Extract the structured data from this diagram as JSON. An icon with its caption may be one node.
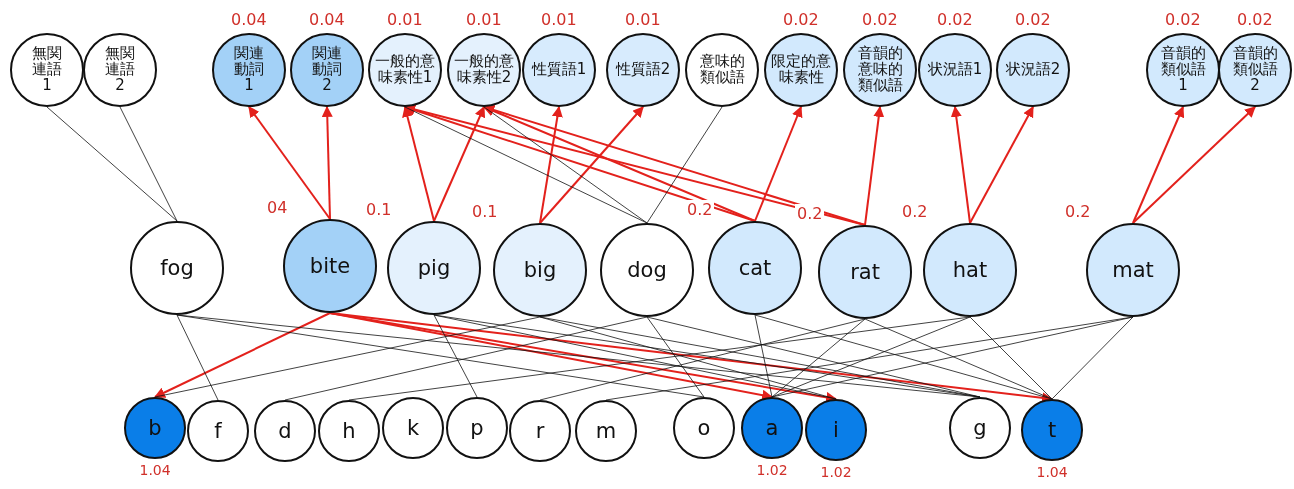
{
  "diagram": {
    "nodes": [
      {
        "text": [
          "無関連語1"
        ]
      },
      {
        "text": [
          "無関連語2"
        ]
      },
      {
        "text": [
          "関連動詞1"
        ],
        "beside": [
          "0.04"
        ]
      },
      {
        "text": [
          "関連動詞2"
        ],
        "beside": [
          "0.04"
        ]
      },
      {
        "text": [
          "一般的意味素性1"
        ],
        "beside": [
          "0.01"
        ]
      },
      {
        "text": [
          "一般的意味素性2"
        ],
        "beside": [
          "0.01"
        ]
      },
      {
        "text": [
          "性質語1"
        ],
        "beside": [
          "0.01"
        ]
      },
      {
        "text": [
          "性質語2"
        ],
        "beside": [
          "0.01"
        ]
      },
      {
        "text": [
          "意味的類似語"
        ]
      },
      {
        "text": [
          "限定的意味素性"
        ],
        "beside": [
          "0.02"
        ]
      },
      {
        "text": [
          "音韻的意味的類似語"
        ],
        "beside": [
          "0.02"
        ]
      },
      {
        "text": [
          "状況語1"
        ],
        "beside": [
          "0.02"
        ]
      },
      {
        "text": [
          "状況語2"
        ],
        "beside": [
          "0.02"
        ]
      },
      {
        "text": [
          "音韻的類似語1"
        ],
        "beside": [
          "0.02"
        ]
      },
      {
        "text": [
          "音韻的類似語2"
        ],
        "beside": [
          "0.02"
        ]
      },
      {
        "text": [
          "fog"
        ]
      },
      {
        "text": [
          "bite"
        ],
        "beside": [
          "04"
        ]
      },
      {
        "text": [
          "pig"
        ],
        "beside": [
          "0.1"
        ]
      },
      {
        "text": [
          "big"
        ],
        "beside": [
          "0.1"
        ]
      },
      {
        "text": [
          "dog"
        ]
      },
      {
        "text": [
          "cat"
        ],
        "beside": [
          "0.2"
        ]
      },
      {
        "text": [
          "rat"
        ],
        "beside": [
          "0.2"
        ]
      },
      {
        "text": [
          "hat"
        ],
        "beside": [
          "0.2"
        ]
      },
      {
        "text": [
          "mat"
        ],
        "beside": [
          "0.2"
        ]
      },
      {
        "text": [
          "b"
        ],
        "beside": [
          "1.04"
        ]
      },
      {
        "text": [
          "f"
        ]
      },
      {
        "text": [
          "d"
        ]
      },
      {
        "text": [
          "h"
        ]
      },
      {
        "text": [
          "k"
        ]
      },
      {
        "text": [
          "p"
        ]
      },
      {
        "text": [
          "r"
        ]
      },
      {
        "text": [
          "m"
        ]
      },
      {
        "text": [
          "o"
        ]
      },
      {
        "text": [
          "a"
        ],
        "beside": [
          "1.02"
        ]
      },
      {
        "text": [
          "i"
        ],
        "beside": [
          "1.02"
        ]
      },
      {
        "text": [
          "g"
        ]
      },
      {
        "text": [
          "t"
        ],
        "beside": [
          "1.04"
        ]
      }
    ],
    "edges": [
      {
        "from": 16,
        "to": 2,
        "arrow": "to",
        "color": "#e3211c"
      },
      {
        "from": 16,
        "to": 3,
        "arrow": "to",
        "color": "#e3211c"
      },
      {
        "from": 17,
        "to": 4,
        "arrow": "to",
        "color": "#e3211c"
      },
      {
        "from": 17,
        "to": 5,
        "arrow": "to",
        "color": "#e3211c"
      },
      {
        "from": 18,
        "to": 6,
        "arrow": "to",
        "color": "#e3211c"
      },
      {
        "from": 18,
        "to": 7,
        "arrow": "to",
        "color": "#e3211c"
      },
      {
        "from": 20,
        "to": 4,
        "arrow": "to",
        "color": "#e3211c"
      },
      {
        "from": 20,
        "to": 5,
        "arrow": "to",
        "color": "#e3211c"
      },
      {
        "from": 20,
        "to": 9,
        "arrow": "to",
        "color": "#e3211c"
      },
      {
        "from": 21,
        "to": 4,
        "arrow": "to",
        "color": "#e3211c"
      },
      {
        "from": 21,
        "to": 5,
        "arrow": "to",
        "color": "#e3211c"
      },
      {
        "from": 21,
        "to": 10,
        "arrow": "to",
        "color": "#e3211c"
      },
      {
        "from": 22,
        "to": 11,
        "arrow": "to",
        "color": "#e3211c"
      },
      {
        "from": 22,
        "to": 12,
        "arrow": "to",
        "color": "#e3211c"
      },
      {
        "from": 23,
        "to": 13,
        "arrow": "to",
        "color": "#e3211c"
      },
      {
        "from": 23,
        "to": 14,
        "arrow": "to",
        "color": "#e3211c"
      },
      {
        "from": 15,
        "to": 0,
        "arrow": "none"
      },
      {
        "from": 15,
        "to": 1,
        "arrow": "none"
      },
      {
        "from": 19,
        "to": 8,
        "arrow": "none"
      },
      {
        "from": 19,
        "to": 4,
        "arrow": "none"
      },
      {
        "from": 19,
        "to": 5,
        "arrow": "none"
      },
      {
        "from": 16,
        "to": 24,
        "arrow": "to",
        "color": "#e3211c"
      },
      {
        "from": 16,
        "to": 33,
        "arrow": "to",
        "color": "#e3211c"
      },
      {
        "from": 16,
        "to": 34,
        "arrow": "to",
        "color": "#e3211c"
      },
      {
        "from": 16,
        "to": 36,
        "arrow": "to",
        "color": "#e3211c"
      },
      {
        "from": 15,
        "to": 25,
        "arrow": "none"
      },
      {
        "from": 15,
        "to": 32,
        "arrow": "none"
      },
      {
        "from": 15,
        "to": 35,
        "arrow": "none"
      },
      {
        "from": 17,
        "to": 29,
        "arrow": "none"
      },
      {
        "from": 17,
        "to": 34,
        "arrow": "none"
      },
      {
        "from": 17,
        "to": 35,
        "arrow": "none"
      },
      {
        "from": 18,
        "to": 24,
        "arrow": "none"
      },
      {
        "from": 18,
        "to": 34,
        "arrow": "none"
      },
      {
        "from": 18,
        "to": 35,
        "arrow": "none"
      },
      {
        "from": 19,
        "to": 26,
        "arrow": "none"
      },
      {
        "from": 19,
        "to": 32,
        "arrow": "none"
      },
      {
        "from": 19,
        "to": 35,
        "arrow": "none"
      },
      {
        "from": 20,
        "to": 33,
        "arrow": "none"
      },
      {
        "from": 20,
        "to": 36,
        "arrow": "none"
      },
      {
        "from": 21,
        "to": 30,
        "arrow": "none"
      },
      {
        "from": 21,
        "to": 33,
        "arrow": "none"
      },
      {
        "from": 21,
        "to": 36,
        "arrow": "none"
      },
      {
        "from": 22,
        "to": 27,
        "arrow": "none"
      },
      {
        "from": 22,
        "to": 33,
        "arrow": "none"
      },
      {
        "from": 22,
        "to": 36,
        "arrow": "none"
      },
      {
        "from": 23,
        "to": 31,
        "arrow": "none"
      },
      {
        "from": 23,
        "to": 33,
        "arrow": "none"
      },
      {
        "from": 23,
        "to": 36,
        "arrow": "none"
      }
    ]
  }
}
